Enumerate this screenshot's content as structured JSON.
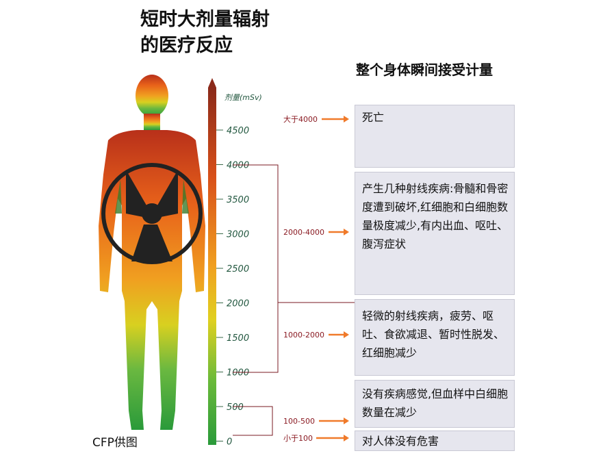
{
  "title_line1": "短时大剂量辐射",
  "title_line2": "的医疗反应",
  "right_title": "整个身体瞬间接受计量",
  "credit": "CFP供图",
  "scale": {
    "unit_label": "剂量(mSv)",
    "ticks": [
      "4500",
      "4000",
      "3500",
      "3000",
      "2500",
      "2000",
      "1500",
      "1000",
      "500",
      "0"
    ]
  },
  "ranges": [
    {
      "label": "大于4000",
      "effect": "死亡"
    },
    {
      "label": "2000-4000",
      "effect": "产生几种射线疾病:骨髓和骨密度遭到破坏,红细胞和白细胞数量极度减少,有内出血、呕吐、腹泻症状"
    },
    {
      "label": "1000-2000",
      "effect": "轻微的射线疾病，疲劳、呕吐、食欲减退、暂时性脱发、红细胞减少"
    },
    {
      "label": "100-500",
      "effect": "没有疾病感觉,但血样中白细胞数量在减少"
    },
    {
      "label": "小于100",
      "effect": "对人体没有危害"
    }
  ],
  "colors": {
    "top": "#8b2a1a",
    "upper": "#e8621a",
    "middle": "#f0c020",
    "bottom": "#2a9a3a",
    "range_text": "#8a1a22",
    "arrow": "#f07a2a",
    "box_bg": "#e6e6ee"
  },
  "icons": [
    "human-body-silhouette",
    "radiation-symbol-icon",
    "arrow-right-icon"
  ]
}
